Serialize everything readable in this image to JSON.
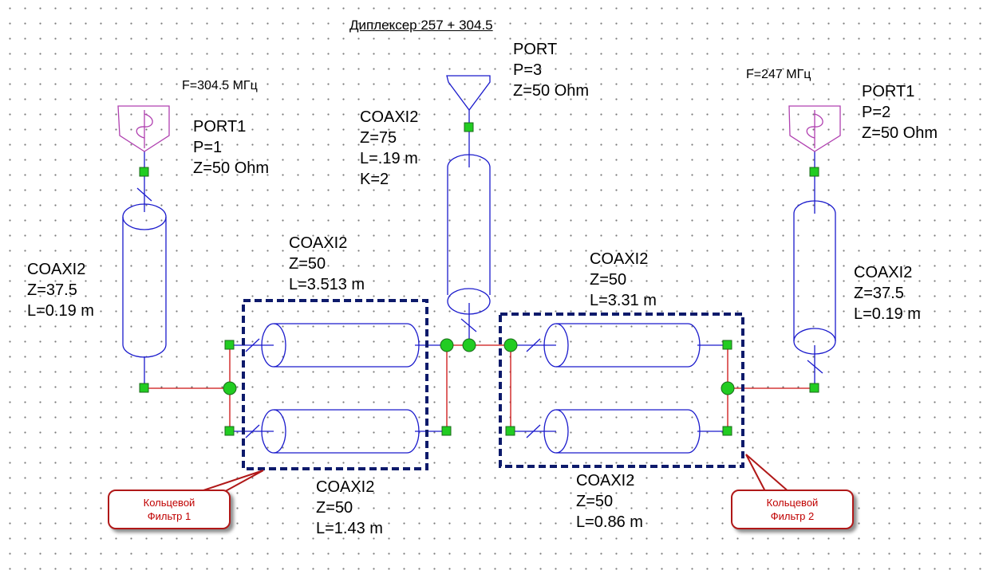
{
  "title": "Диплексер 257 + 304.5",
  "freq_left": "F=304.5 МГц",
  "freq_right": "F=247 МГц",
  "ports": [
    {
      "name": "PORT1",
      "p": "P=1",
      "z": "Z=50 Ohm"
    },
    {
      "name": "PORT",
      "p": "P=3",
      "z": "Z=50 Ohm"
    },
    {
      "name": "PORT1",
      "p": "P=2",
      "z": "Z=50 Ohm"
    }
  ],
  "lines": {
    "left_vertical": {
      "name": "COAXI2",
      "z": "Z=37.5",
      "l": "L=0.19 m"
    },
    "center_vertical": {
      "name": "COAXI2",
      "z": "Z=75",
      "l": "L=.19 m",
      "k": "K=2"
    },
    "right_vertical": {
      "name": "COAXI2",
      "z": "Z=37.5",
      "l": "L=0.19 m"
    },
    "filter1_top": {
      "name": "COAXI2",
      "z": "Z=50",
      "l": "L=3.513 m"
    },
    "filter1_bottom": {
      "name": "COAXI2",
      "z": "Z=50",
      "l": "L=1.43 m"
    },
    "filter2_top": {
      "name": "COAXI2",
      "z": "Z=50",
      "l": "L=3.31 m"
    },
    "filter2_bottom": {
      "name": "COAXI2",
      "z": "Z=50",
      "l": "L=0.86 m"
    }
  },
  "callouts": {
    "filter1": {
      "line1": "Кольцевой",
      "line2": "Фильтр 1"
    },
    "filter2": {
      "line1": "Кольцевой",
      "line2": "Фильтр 2"
    }
  },
  "colors": {
    "coax": "#1a1acc",
    "port_source": "#b040b0",
    "wire": "#cc1111",
    "pin": "#22cc22",
    "box": "#0d1a6b"
  }
}
